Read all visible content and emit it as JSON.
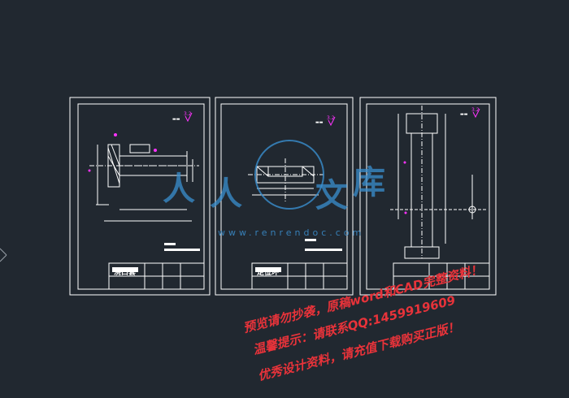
{
  "drawings": [
    {
      "title": "浇口套"
    },
    {
      "title": "定位环"
    }
  ],
  "watermark": {
    "site": "www.renrendoc.com",
    "logo_chars": [
      "人",
      "人",
      "文",
      "库"
    ],
    "line1": "预览请勿抄袭，原稿word和CAD完整资料！",
    "line2": "温馨提示：请联系QQ:1459919609",
    "line3": "优秀设计资料，请充值下载购买正版！"
  },
  "colors": {
    "background": "#212830",
    "border": "#ffffff",
    "watermark_red": "#e8333a",
    "watermark_blue": "#3a8fcf",
    "cad_magenta": "#ff33ff",
    "cad_yellow": "#f2e23a"
  }
}
